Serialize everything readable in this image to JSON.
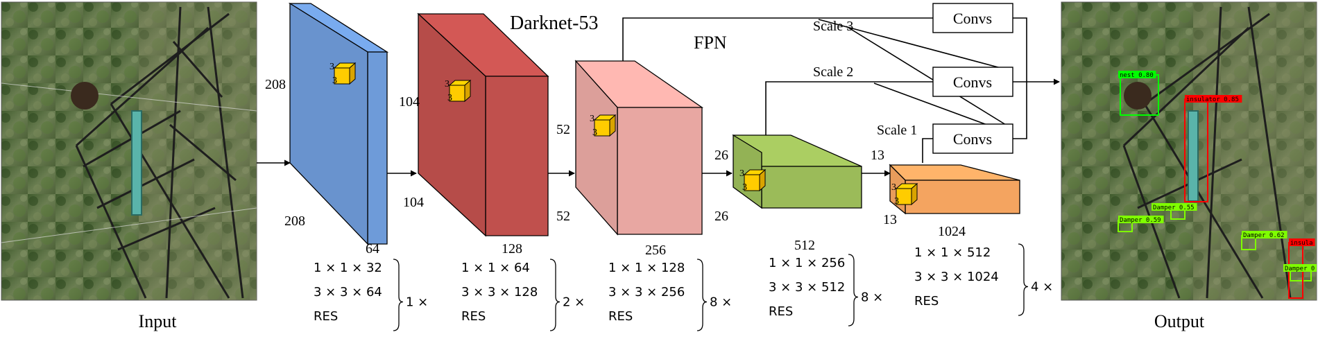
{
  "title": "Darknet-53",
  "fpn_label": "FPN",
  "input_label": "Input",
  "output_label": "Output",
  "convs_label": "Convs",
  "scales": [
    "Scale 3",
    "Scale 2",
    "Scale 1"
  ],
  "kernel_label": "3",
  "colors": {
    "block1": "#6e9bd9",
    "block2": "#c0504d",
    "block3": "#e8a7a2",
    "block4": "#9bbb59",
    "block5": "#f4a460",
    "kernel": "#ffcc00"
  },
  "blocks": [
    {
      "front_height": "208",
      "depth": "208",
      "channels": "64"
    },
    {
      "front_height": "104",
      "depth": "104",
      "channels": "128"
    },
    {
      "front_height": "52",
      "depth": "52",
      "channels": "256"
    },
    {
      "front_height": "26",
      "depth": "26",
      "channels": "512"
    },
    {
      "front_height": "13",
      "depth": "13",
      "channels": "1024"
    }
  ],
  "formulas": [
    {
      "line1": "1 × 1 × 32",
      "line2": "3 × 3 × 64",
      "line3": "RES",
      "repeat": "1 ×"
    },
    {
      "line1": "1 × 1 × 64",
      "line2": "3 × 3 × 128",
      "line3": "RES",
      "repeat": "2 ×"
    },
    {
      "line1": "1 × 1 × 128",
      "line2": "3 × 3 × 256",
      "line3": "RES",
      "repeat": "8 ×"
    },
    {
      "line1": "1 × 1 × 256",
      "line2": "3 × 3 × 512",
      "line3": "RES",
      "repeat": "8 ×"
    },
    {
      "line1": "1 × 1 × 512",
      "line2": "3 × 3 × 1024",
      "line3": "RES",
      "repeat": "4 ×"
    }
  ],
  "detections": [
    {
      "label": "nest 0.80",
      "color": "#00ff00"
    },
    {
      "label": "insulator 0.85",
      "color": "#ff0000"
    },
    {
      "label": "Damper 0.55",
      "color": "#7fff00"
    },
    {
      "label": "Damper 0.59",
      "color": "#7fff00"
    },
    {
      "label": "Damper 0.62",
      "color": "#7fff00"
    },
    {
      "label": "Damper 0",
      "color": "#7fff00"
    },
    {
      "label": "insula",
      "color": "#ff0000"
    }
  ]
}
